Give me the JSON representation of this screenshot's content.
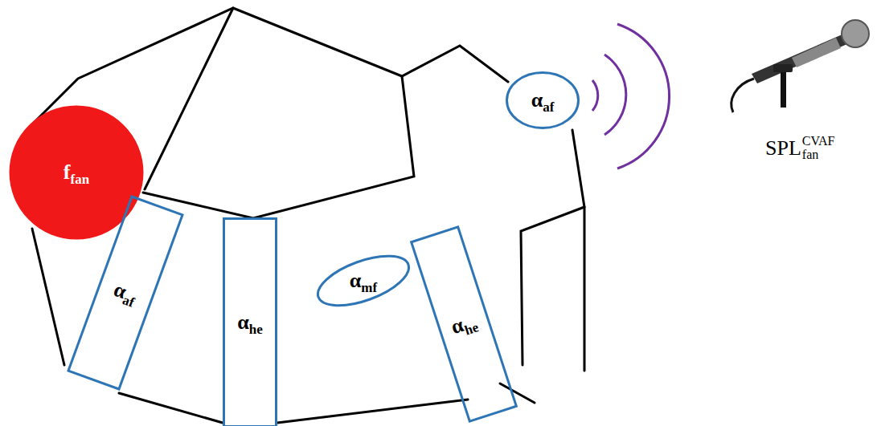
{
  "diagram": {
    "nodes": [
      {
        "text": [
          "α",
          "af"
        ]
      },
      {
        "text": [
          "f",
          "fan"
        ]
      },
      {
        "text": [
          "α",
          "af"
        ]
      },
      {
        "text": [
          "α",
          "he"
        ]
      },
      {
        "text": [
          "α",
          "mf"
        ]
      },
      {
        "text": [
          "α",
          "he"
        ]
      }
    ],
    "labels": [
      "SPL",
      "fan",
      "CVAF"
    ]
  }
}
